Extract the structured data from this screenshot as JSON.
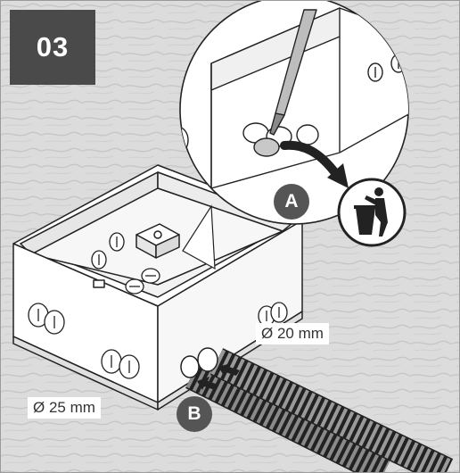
{
  "step": {
    "number": "03"
  },
  "markers": {
    "a": "A",
    "b": "B"
  },
  "dimensions": {
    "small": "Ø 20 mm",
    "large": "Ø 25 mm"
  },
  "icons": {
    "disposal": "trash-disposal-icon"
  },
  "colors": {
    "badge": "#4a4a4a",
    "marker": "#555555",
    "background": "#dcdcdc",
    "line": "#222222"
  }
}
